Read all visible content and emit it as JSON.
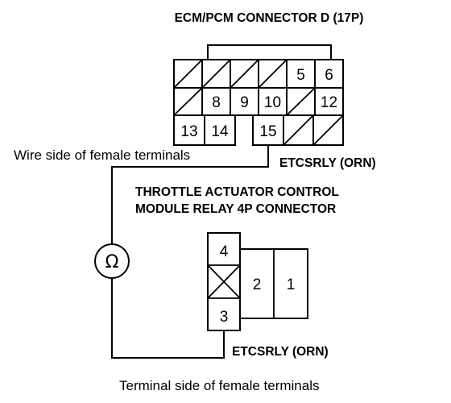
{
  "labels": {
    "ecm_title": "ECM/PCM CONNECTOR D (17P)",
    "wire_side": "Wire side of female terminals",
    "etcsrly_top": "ETCSRLY (ORN)",
    "relay_title_line1": "THROTTLE ACTUATOR CONTROL",
    "relay_title_line2": "MODULE RELAY 4P CONNECTOR",
    "etcsrly_bottom": "ETCSRLY (ORN)",
    "terminal_side": "Terminal side of female terminals"
  },
  "ohmmeter": {
    "symbol": "Ω"
  },
  "ecm_connector": {
    "row1": [
      "",
      "",
      "",
      "",
      "5",
      "6"
    ],
    "row2": [
      "",
      "8",
      "9",
      "10",
      "",
      "12"
    ],
    "row3": [
      "13",
      "14",
      "",
      "15",
      "",
      ""
    ]
  },
  "relay_connector": {
    "left_column": [
      "4",
      "",
      "3"
    ],
    "right_cells": [
      "2",
      "1"
    ]
  }
}
